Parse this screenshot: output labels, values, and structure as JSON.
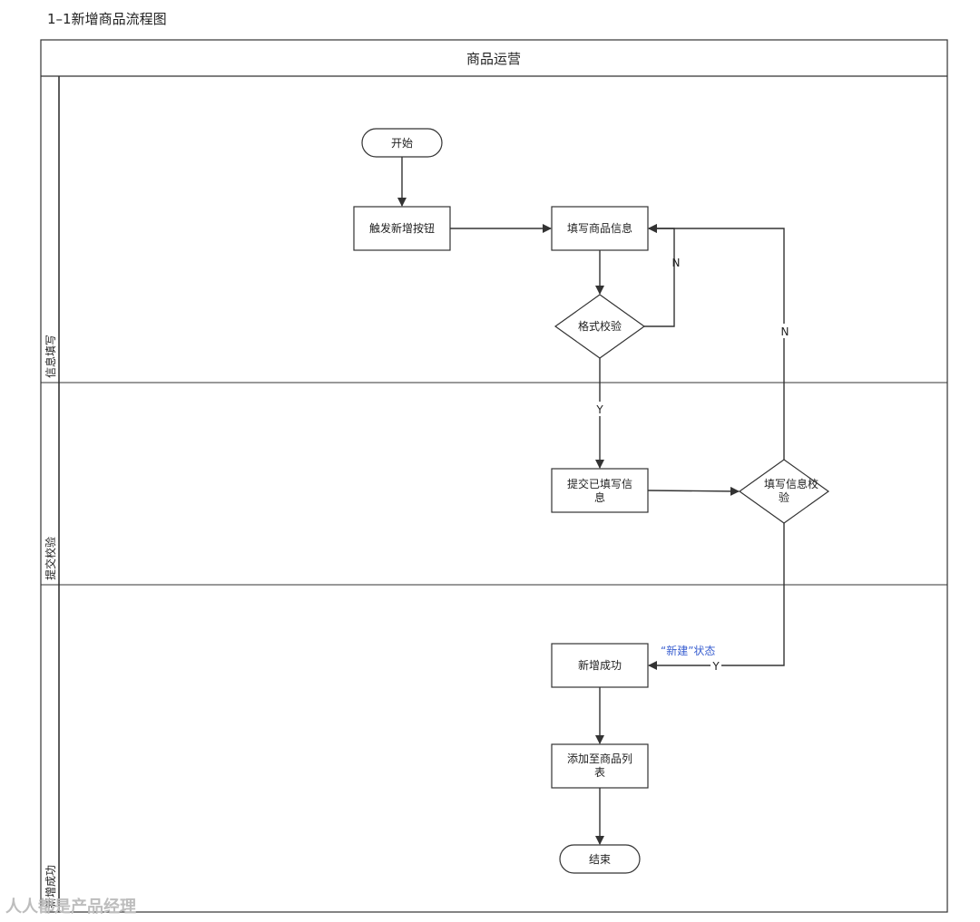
{
  "page_title": "1–1新增商品流程图",
  "pool_header": "商品运营",
  "lanes": [
    {
      "label": "信息填写"
    },
    {
      "label": "提交校验"
    },
    {
      "label": "新增成功"
    }
  ],
  "nodes": {
    "start": "开始",
    "trigger": "触发新增按钮",
    "fill_info": "填写商品信息",
    "format_check": "格式校验",
    "submit_line1": "提交已填写信",
    "submit_line2": "息",
    "fill_check_line1": "填写信息校",
    "fill_check_line2": "验",
    "success": "新增成功",
    "add_list_line1": "添加至商品列",
    "add_list_line2": "表",
    "end": "结束"
  },
  "edge_labels": {
    "format_no": "N",
    "format_yes": "Y",
    "fill_no": "N",
    "fill_yes": "Y"
  },
  "annotation": "“新建”状态",
  "watermark": "人人都是产品经理"
}
